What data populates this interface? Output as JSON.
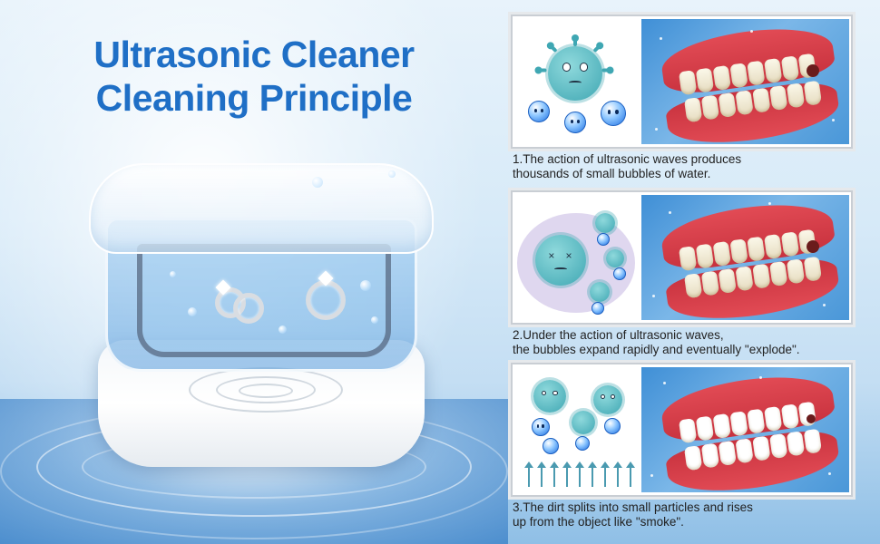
{
  "title": {
    "line1": "Ultrasonic Cleaner",
    "line2": "Cleaning Principle"
  },
  "colors": {
    "title": "#1f6fc6",
    "germ": "#3fa7b3",
    "bubble": "#1e6ee0",
    "gum": "#d63c47",
    "background": "#d7eaf8"
  },
  "product": {
    "name": "ultrasonic-cleaner-device",
    "contents": [
      "ring-icon",
      "ring-icon",
      "ring-icon"
    ]
  },
  "steps": [
    {
      "line1": "1.The action of ultrasonic waves produces",
      "line2": "thousands of small bubbles of water.",
      "left_illustration": "germ-with-bubbles-icon",
      "right_illustration": "dentures-image"
    },
    {
      "line1": "2.Under the action of ultrasonic waves,",
      "line2": "the bubbles expand rapidly and eventually \"explode\".",
      "left_illustration": "germ-bursting-bubbles-icon",
      "right_illustration": "dentures-image"
    },
    {
      "line1": "3.The dirt splits into small particles and rises",
      "line2": "up from the object like \"smoke\".",
      "left_illustration": "germs-rising-icon",
      "right_illustration": "clean-dentures-image"
    }
  ]
}
